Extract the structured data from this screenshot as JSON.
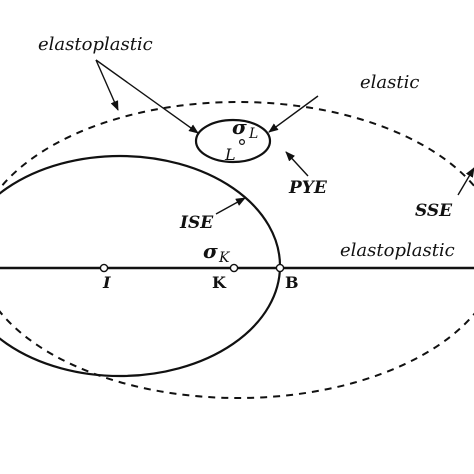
{
  "labels": {
    "elastoplastic_top": "elastoplastic",
    "elastic": "elastic",
    "sigma_l_symbol": "σ",
    "sigma_l_sub": "L",
    "point_l": "L",
    "pye": "PYE",
    "ise": "ISE",
    "sse": "SSE",
    "sigma_k_symbol": "σ",
    "sigma_k_sub": "K",
    "elastoplastic_axis": "elastoplastic",
    "point_i": "I",
    "point_k": "K",
    "point_b": "B"
  },
  "colors": {
    "ink": "#111111",
    "background": "#ffffff"
  }
}
